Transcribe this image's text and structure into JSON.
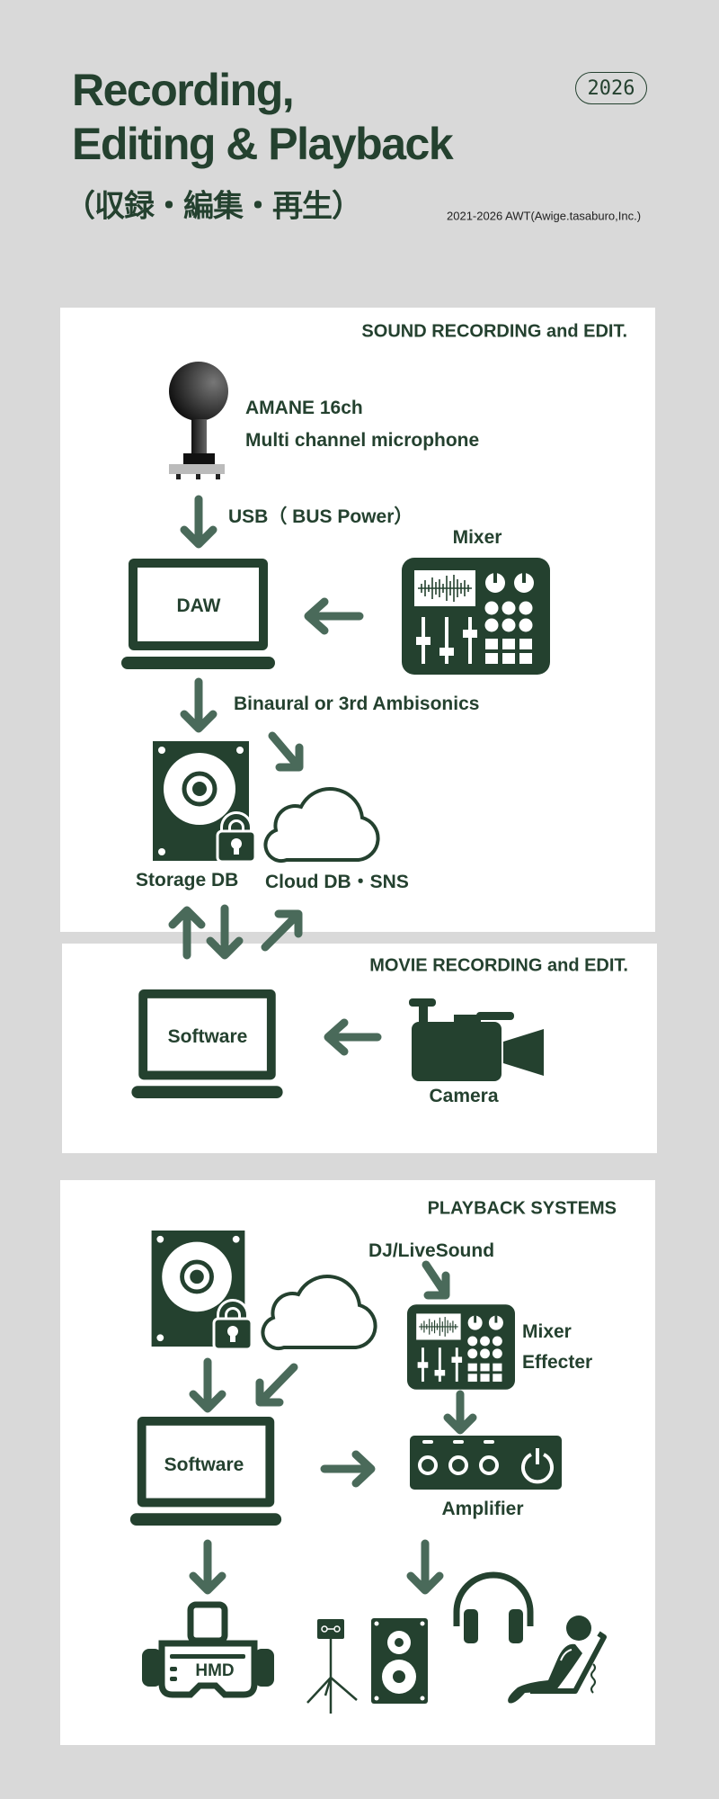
{
  "header": {
    "title_line1": "Recording,",
    "title_line2": "Editing & Playback",
    "subtitle_jp": "（収録・編集・再生）",
    "year_badge": "2026",
    "copyright": "2021-2026 AWT(Awige.tasaburo,Inc.)"
  },
  "colors": {
    "background": "#d9d9d9",
    "primary": "#24412f",
    "arrow": "#4a6a5a",
    "panel": "#ffffff"
  },
  "sound_section": {
    "heading": "SOUND RECORDING and EDIT.",
    "mic_name": "AMANE 16ch",
    "mic_desc": "Multi channel microphone",
    "usb_label": "USB（ BUS Power）",
    "mixer_label": "Mixer",
    "daw_label": "DAW",
    "format_label": "Binaural or 3rd Ambisonics",
    "storage_label": "Storage DB",
    "cloud_label": "Cloud DB・SNS"
  },
  "movie_section": {
    "heading": "MOVIE RECORDING and EDIT.",
    "software_label": "Software",
    "camera_label": "Camera"
  },
  "playback_section": {
    "heading": "PLAYBACK SYSTEMS",
    "dj_label": "DJ/LiveSound",
    "mixer_label": "Mixer",
    "effecter_label": "Effecter",
    "software_label": "Software",
    "amplifier_label": "Amplifier",
    "hmd_label": "HMD"
  }
}
